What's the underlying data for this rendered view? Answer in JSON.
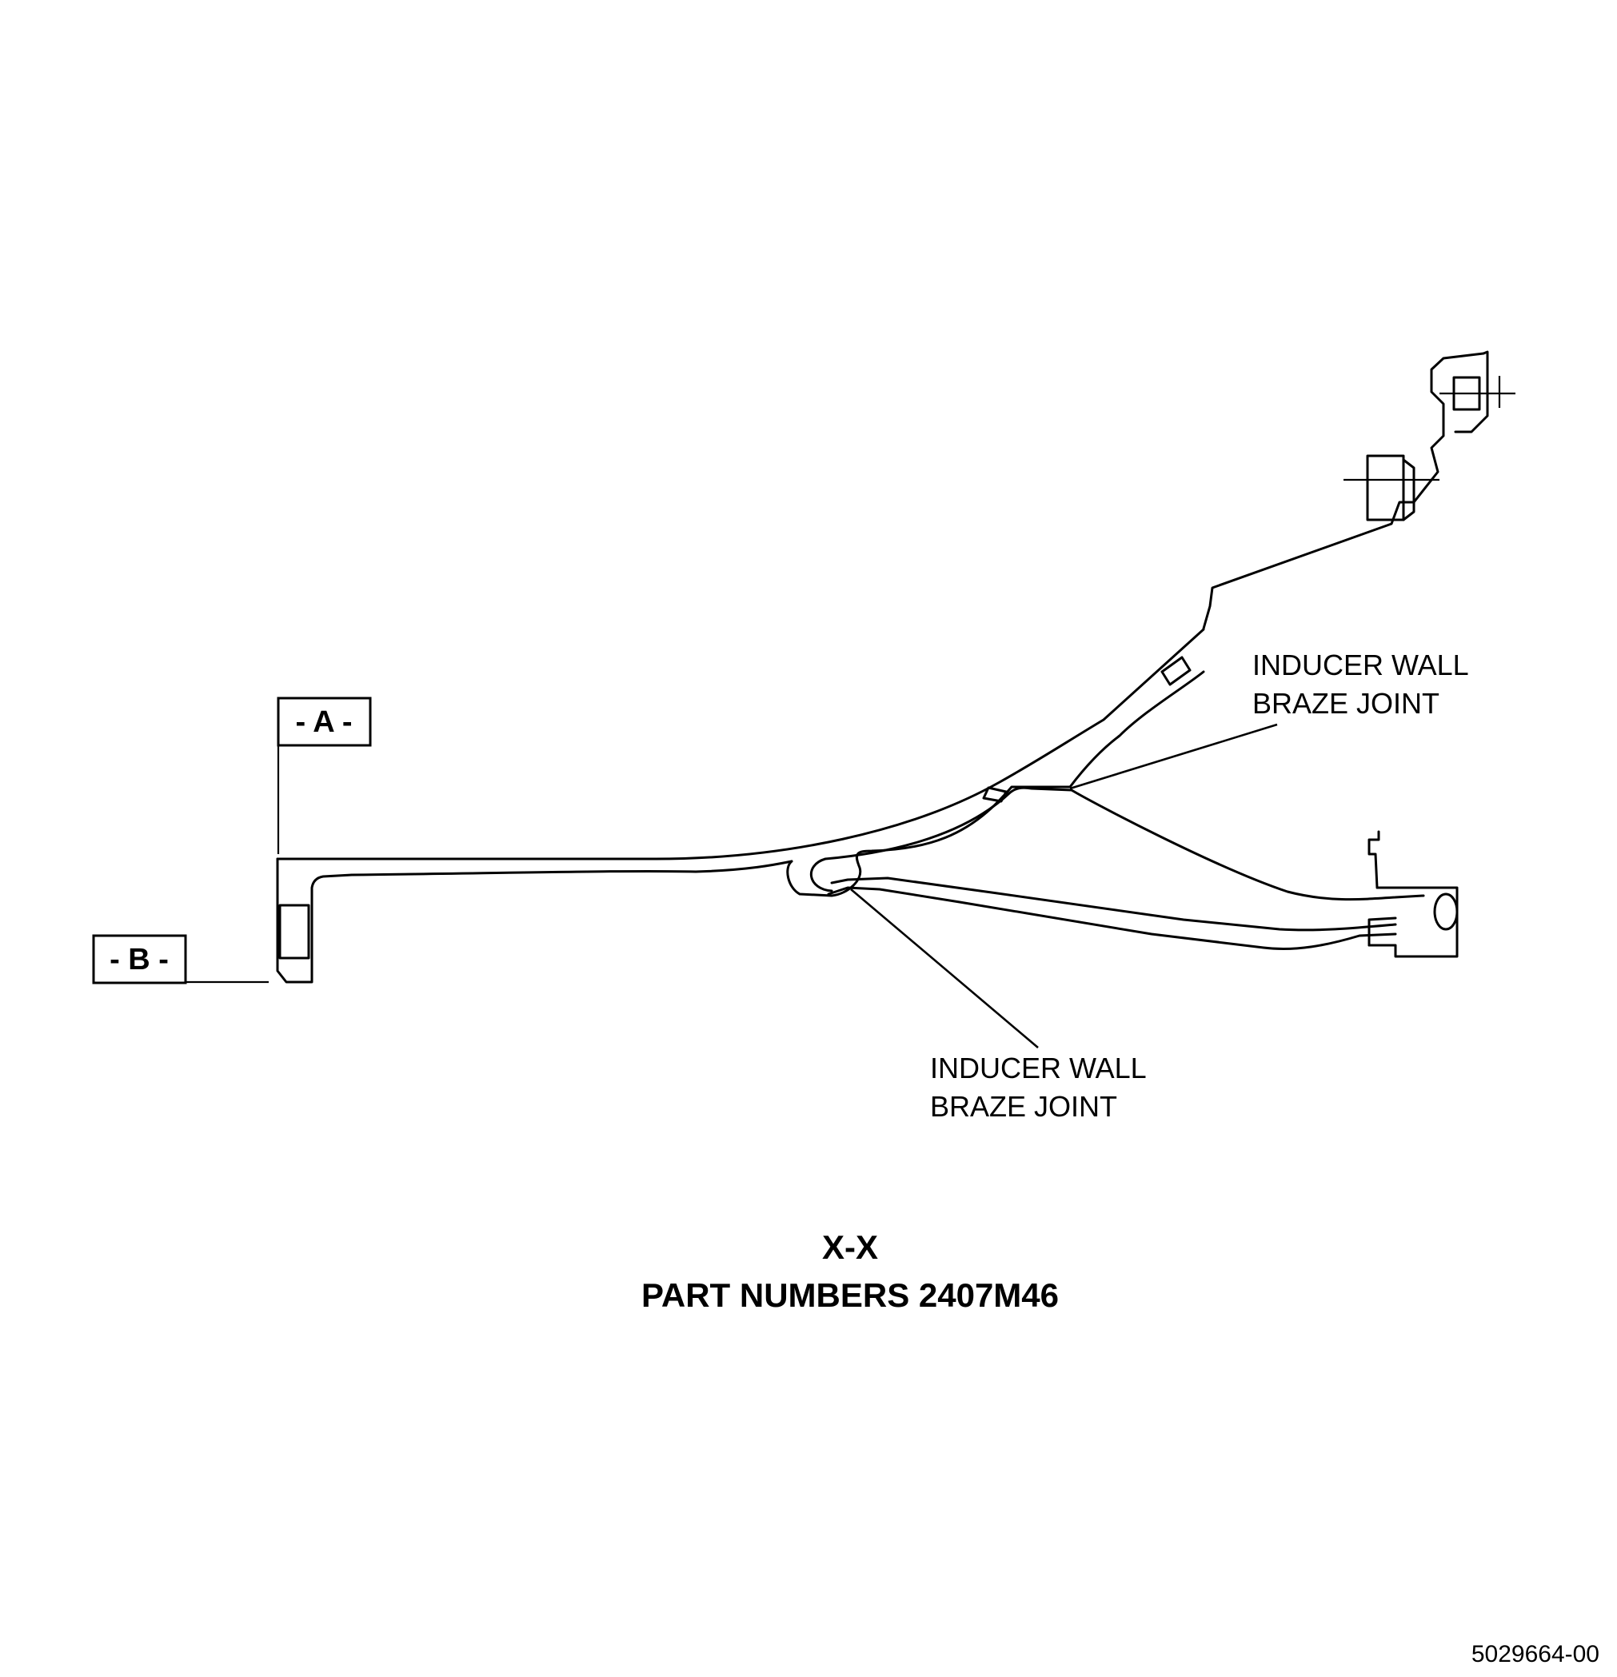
{
  "datum_a": "- A -",
  "datum_b": "- B -",
  "callouts": [
    {
      "line1": "INDUCER WALL",
      "line2": "BRAZE JOINT"
    },
    {
      "line1": "INDUCER WALL",
      "line2": "BRAZE JOINT"
    }
  ],
  "section_label": "X-X",
  "part_numbers": "PART NUMBERS 2407M46",
  "figure_id": "5029664-00"
}
